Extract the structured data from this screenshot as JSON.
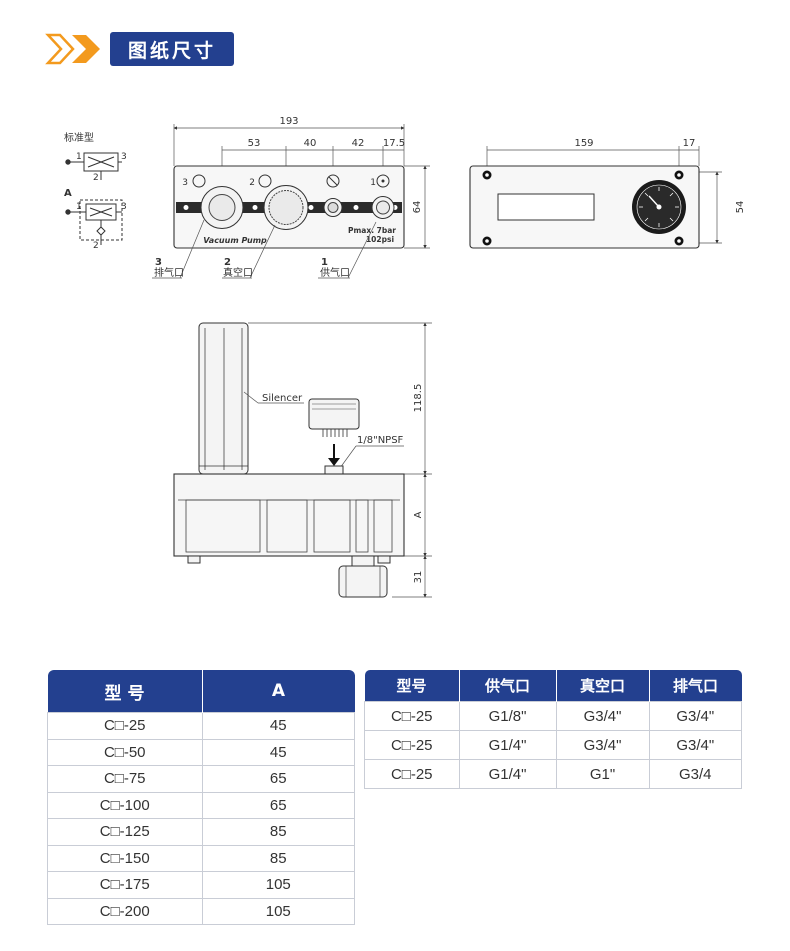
{
  "header": {
    "title": "图纸尺寸"
  },
  "drawing": {
    "symbols": {
      "standard_label": "标准型",
      "variant_a_label": "A",
      "port1": "1",
      "port2": "2",
      "port3": "3"
    },
    "front_view": {
      "dims": {
        "overall": "193",
        "d1": "53",
        "d2": "40",
        "d3": "42",
        "d4": "17.5",
        "height": "64"
      },
      "port_numbers": {
        "p3": "3",
        "p2": "2",
        "p1": "1"
      },
      "pump_label": "Vacuum Pump",
      "pressure_line1": "Pmax. 7bar",
      "pressure_line2": "102psi",
      "callouts": [
        {
          "num": "3",
          "name": "排气口"
        },
        {
          "num": "2",
          "name": "真空口"
        },
        {
          "num": "1",
          "name": "供气口"
        }
      ]
    },
    "back_view": {
      "dims": {
        "width": "159",
        "right": "17",
        "height": "54"
      }
    },
    "side_view": {
      "silencer_label": "Silencer",
      "thread_label": "1/8\"NPSF",
      "dims": {
        "top": "118.5",
        "mid": "A",
        "bottom": "31"
      }
    }
  },
  "table_a": {
    "headers": [
      "型 号",
      "A"
    ],
    "rows": [
      [
        "C□-25",
        "45"
      ],
      [
        "C□-50",
        "45"
      ],
      [
        "C□-75",
        "65"
      ],
      [
        "C□-100",
        "65"
      ],
      [
        "C□-125",
        "85"
      ],
      [
        "C□-150",
        "85"
      ],
      [
        "C□-175",
        "105"
      ],
      [
        "C□-200",
        "105"
      ]
    ]
  },
  "table_ports": {
    "headers": [
      "型号",
      "供气口",
      "真空口",
      "排气口"
    ],
    "rows": [
      [
        "C□-25",
        "G1/8\"",
        "G3/4\"",
        "G3/4\""
      ],
      [
        "C□-25",
        "G1/4\"",
        "G3/4\"",
        "G3/4\""
      ],
      [
        "C□-25",
        "G1/4\"",
        "G1\"",
        "G3/4"
      ]
    ]
  },
  "colors": {
    "brand_blue": "#23408f",
    "accent_orange": "#f39a1e"
  }
}
